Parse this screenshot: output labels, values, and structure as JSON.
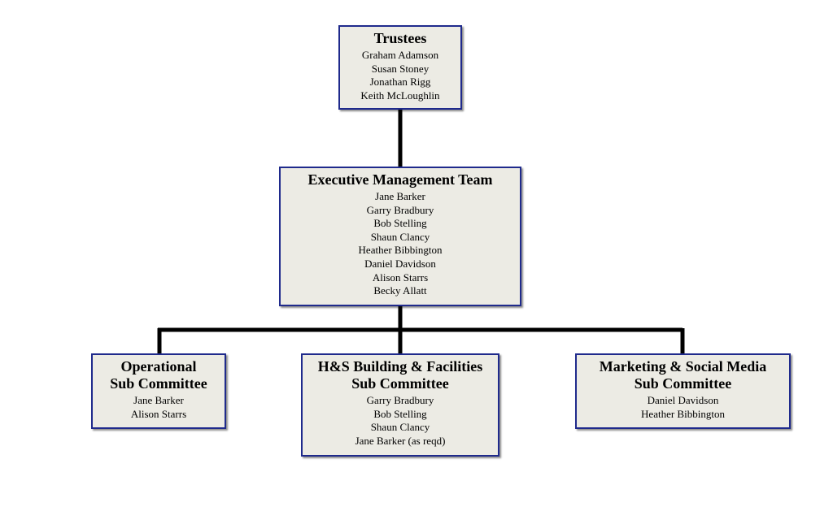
{
  "trustees": {
    "title": "Trustees",
    "members": [
      "Graham Adamson",
      "Susan Stoney",
      "Jonathan Rigg",
      "Keith McLoughlin"
    ]
  },
  "executive_team": {
    "title": "Executive Management Team",
    "members": [
      "Jane Barker",
      "Garry Bradbury",
      "Bob Stelling",
      "Shaun Clancy",
      "Heather Bibbington",
      "Daniel Davidson",
      "Alison Starrs",
      "Becky Allatt"
    ]
  },
  "committees": [
    {
      "title_lines": [
        "Operational",
        "Sub Committee"
      ],
      "members": [
        "Jane Barker",
        "Alison Starrs"
      ]
    },
    {
      "title_lines": [
        "H&S Building & Facilities",
        "Sub Committee"
      ],
      "members": [
        "Garry Bradbury",
        "Bob Stelling",
        "Shaun Clancy",
        "Jane Barker (as reqd)"
      ]
    },
    {
      "title_lines": [
        "Marketing & Social Media",
        "Sub Committee"
      ],
      "members": [
        "Daniel Davidson",
        "Heather Bibbington"
      ]
    }
  ],
  "colors": {
    "box_fill": "#ecebe4",
    "box_border": "#1f2a8c",
    "connector": "#000000"
  }
}
